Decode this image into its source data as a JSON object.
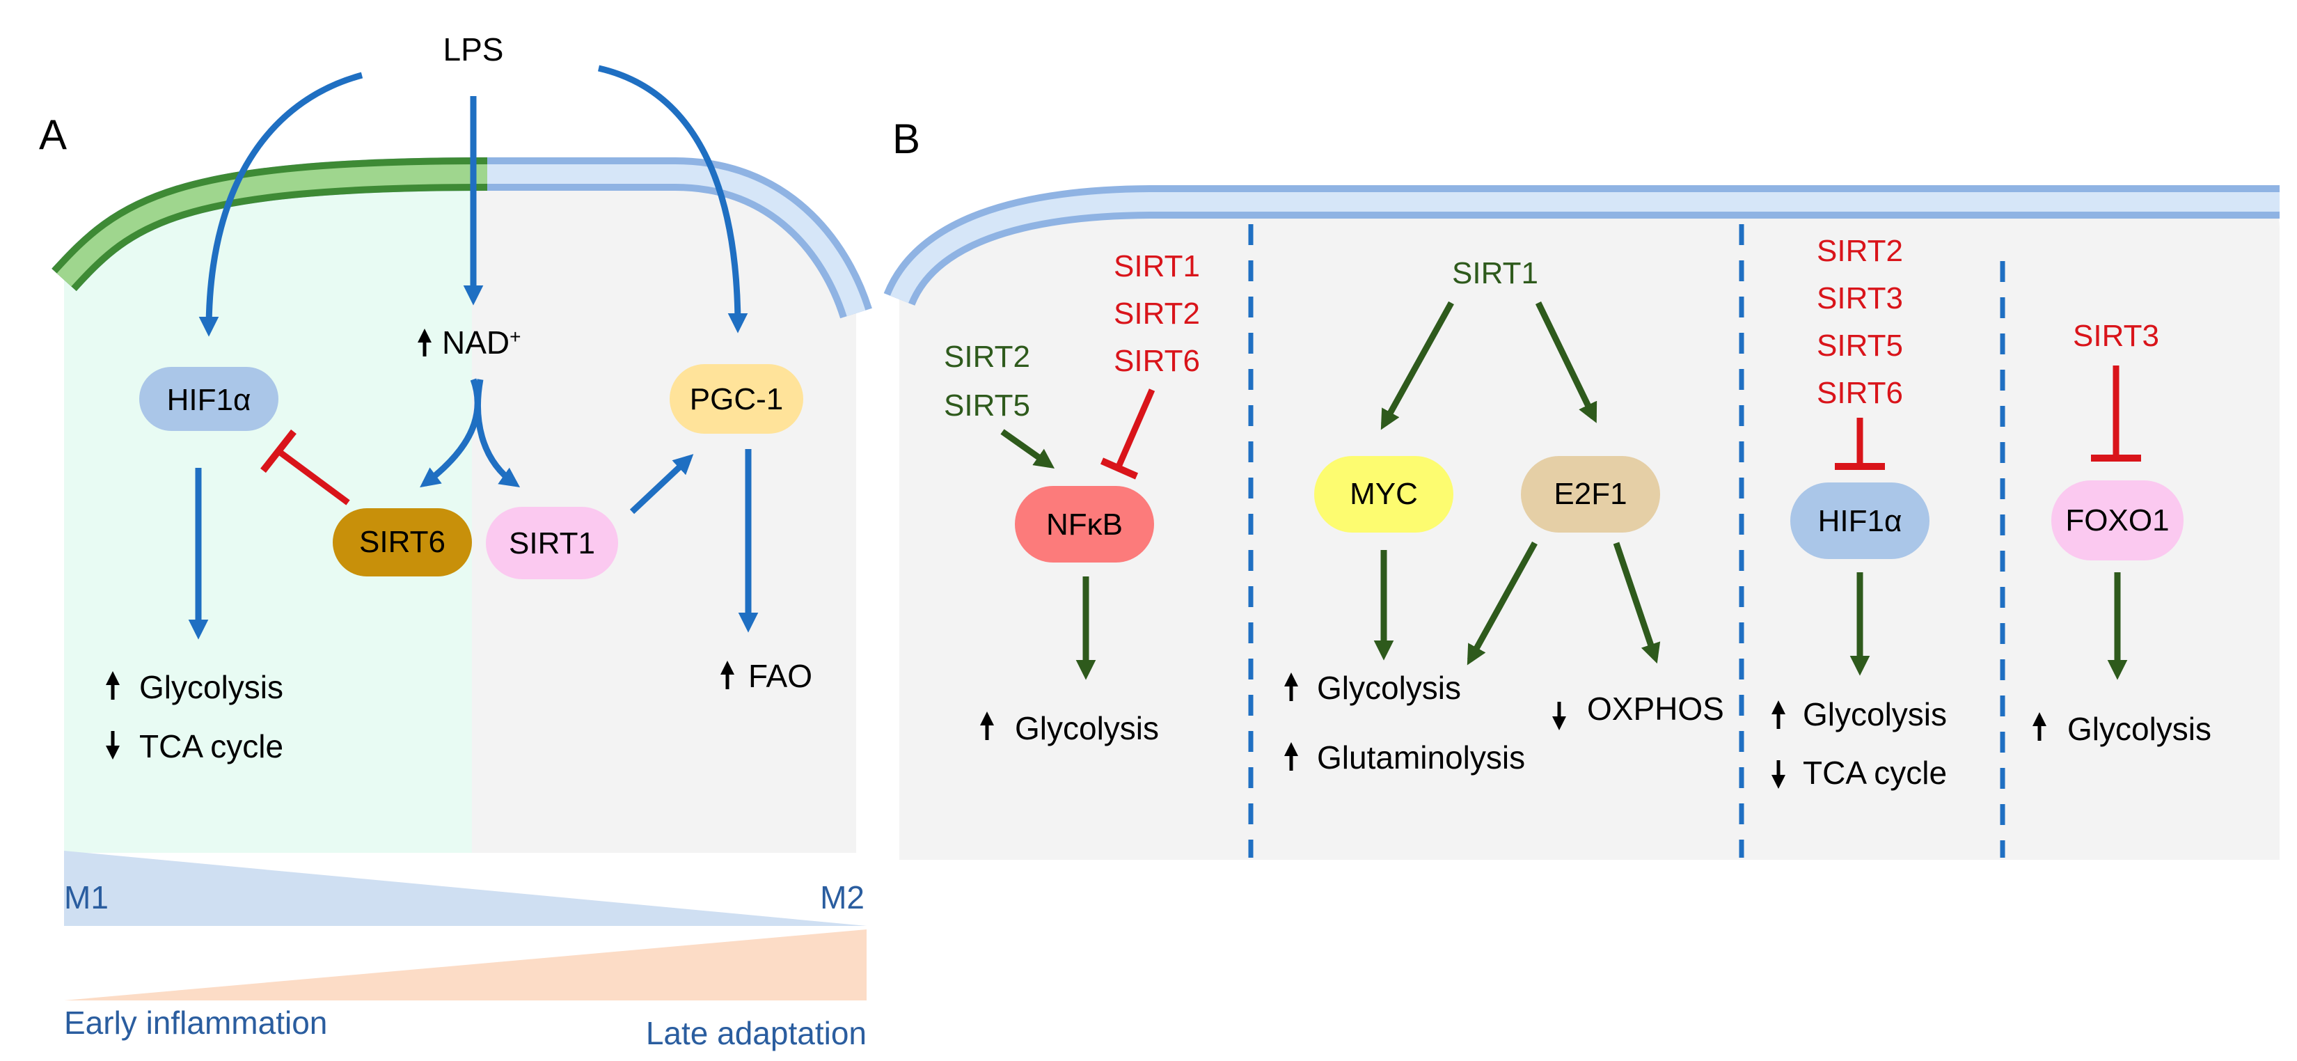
{
  "panel_a": {
    "panel_label": "A",
    "stimulus": "LPS",
    "nad": "NAD",
    "nad_sup": "+",
    "nodes": {
      "hif1a": "HIF1α",
      "sirt6": "SIRT6",
      "sirt1": "SIRT1",
      "pgc1": "PGC-1"
    },
    "outputs": {
      "glycolysis": "Glycolysis",
      "tca": "TCA cycle",
      "fao": "FAO"
    },
    "gradient": {
      "m1": "M1",
      "m2": "M2",
      "early": "Early inflammation",
      "late": "Late adaptation"
    }
  },
  "panel_b": {
    "panel_label": "B",
    "col1": {
      "activators": [
        "SIRT2",
        "SIRT5"
      ],
      "inhibitors": [
        "SIRT1",
        "SIRT2",
        "SIRT6"
      ],
      "node": "NFκB",
      "output": "Glycolysis"
    },
    "col2": {
      "regulator": "SIRT1",
      "node_myc": "MYC",
      "node_e2f1": "E2F1",
      "out_glycolysis": "Glycolysis",
      "out_glutaminolysis": "Glutaminolysis",
      "out_oxphos": "OXPHOS"
    },
    "col3": {
      "inhibitors": [
        "SIRT2",
        "SIRT3",
        "SIRT5",
        "SIRT6"
      ],
      "node": "HIF1α",
      "out_glycolysis": "Glycolysis",
      "out_tca": "TCA cycle"
    },
    "col4": {
      "inhibitor": "SIRT3",
      "node": "FOXO1",
      "output": "Glycolysis"
    }
  },
  "colors": {
    "blue_arrow": "#1f6fc2",
    "green_arrow": "#2e5a1c",
    "red_inhibit": "#d9141a",
    "m1_zone": "#e8fbf3",
    "cell_gray": "#f3f3f3",
    "membrane_blue": "#8fb3e3",
    "membrane_green": "#3e8a35"
  }
}
